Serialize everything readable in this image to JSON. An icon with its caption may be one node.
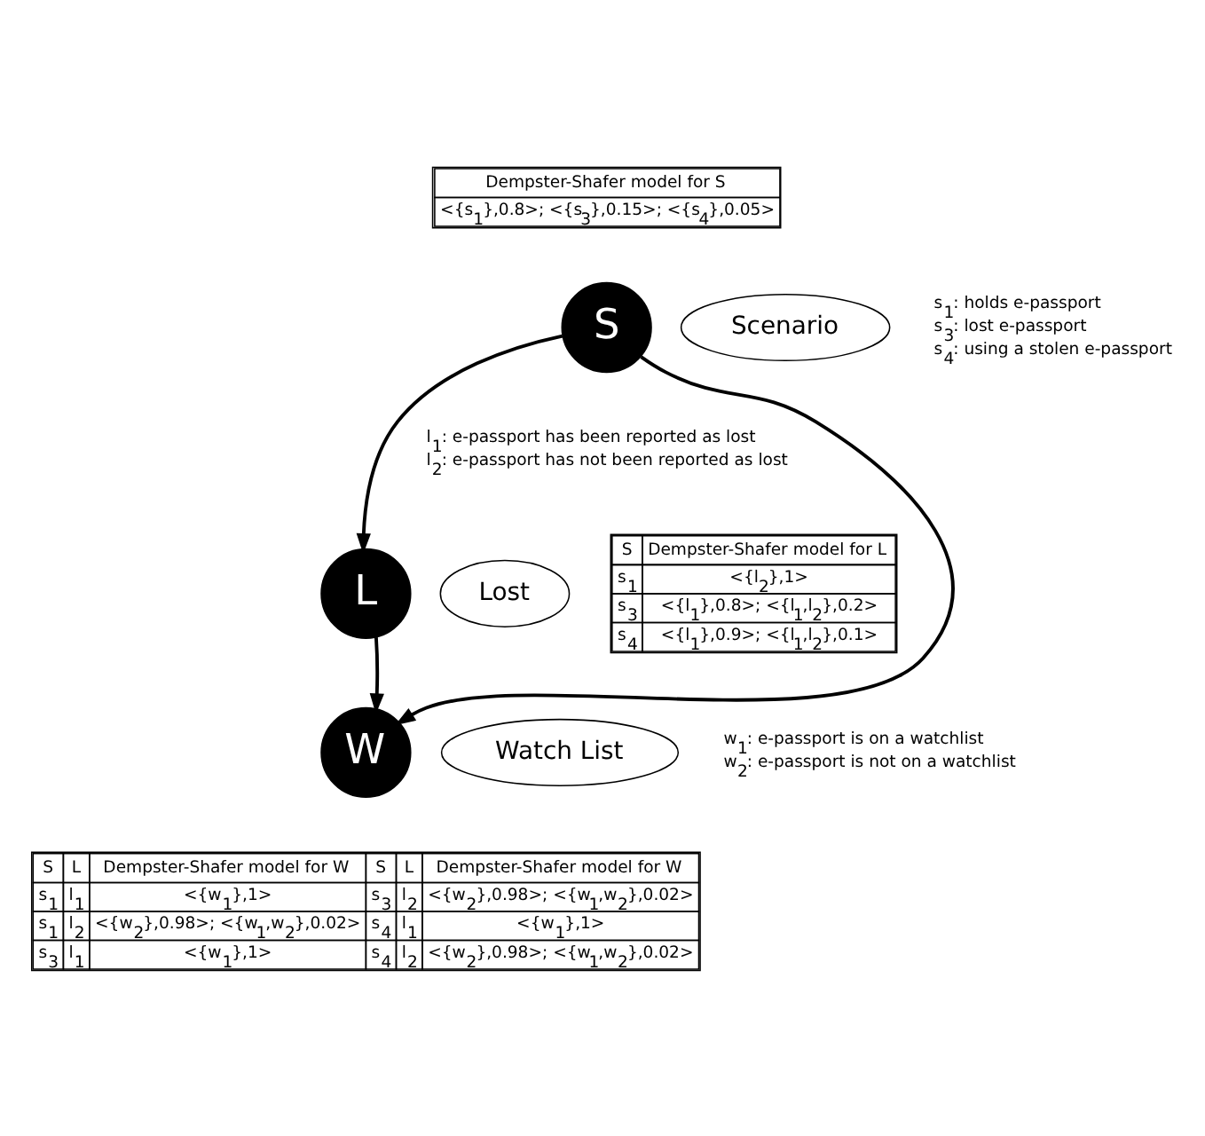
{
  "diagram": {
    "nodes": [
      {
        "text": [
          "S"
        ]
      },
      {
        "text": [
          "Scenario"
        ]
      },
      {
        "text": [
          "L"
        ]
      },
      {
        "text": [
          "Lost"
        ]
      },
      {
        "text": [
          "W"
        ]
      },
      {
        "text": [
          "Watch List"
        ]
      }
    ],
    "edges": [
      {
        "from": 0,
        "to": 2,
        "arrow": "to"
      },
      {
        "from": 0,
        "to": 4,
        "arrow": "to"
      },
      {
        "from": 2,
        "to": 4,
        "arrow": "to"
      }
    ],
    "labels": [
      "Dempster-Shafer model for S",
      "<{s$_{1}$},0.8>; <{s$_{3}$},0.15>; <{s$_{4}$},0.05>",
      "s$_{1}$: holds e-passport",
      "s$_{3}$: lost e-passport",
      "s$_{4}$: using a stolen e-passport",
      "l$_{1}$: e-passport has been reported as lost",
      "l$_{2}$: e-passport has not been reported as lost",
      "S",
      "Dempster-Shafer model for L",
      "s$_{1}$",
      "<{l$_{2}$},1>",
      "s$_{3}$",
      "<{l$_{1}$},0.8>; <{l$_{1}$,l$_{2}$},0.2>",
      "s$_{4}$",
      "<{l$_{1}$},0.9>; <{l$_{1}$,l$_{2}$},0.1>",
      "w$_{1}$: e-passport is on a watchlist",
      "w$_{2}$: e-passport is not on a watchlist",
      "S",
      "L",
      "Dempster-Shafer model for W",
      "S",
      "L",
      "Dempster-Shafer model for W",
      "s$_{1}$",
      "l$_{1}$",
      "<{w$_{1}$},1>",
      "s$_{3}$",
      "l$_{2}$",
      "<{w$_{2}$},0.98>; <{w$_{1}$,w$_{2}$},0.02>",
      "s$_{1}$",
      "l$_{2}$",
      "<{w$_{2}$},0.98>; <{w$_{1}$,w$_{2}$},0.02>",
      "s$_{4}$",
      "l$_{1}$",
      "<{w$_{1}$},1>",
      "s$_{3}$",
      "l$_{1}$",
      "<{w$_{1}$},1>",
      "s$_{4}$",
      "l$_{2}$",
      "<{w$_{2}$},0.98>; <{w$_{1}$,w$_{2}$},0.02>"
    ]
  }
}
